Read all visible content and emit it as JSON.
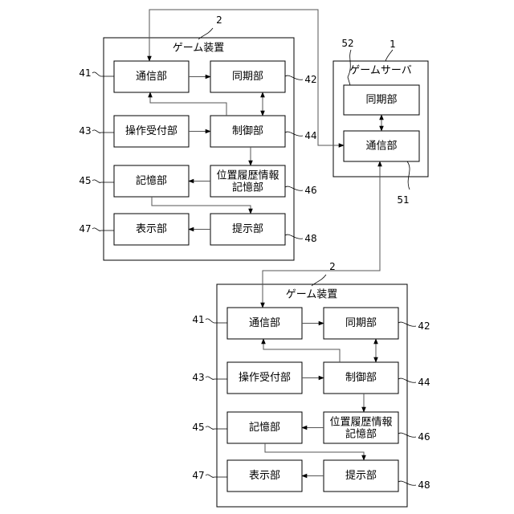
{
  "devices": [
    {
      "ref": "2",
      "title": "ゲーム装置",
      "units": {
        "comm": {
          "label": "通信部",
          "ref": "41"
        },
        "sync": {
          "label": "同期部",
          "ref": "42"
        },
        "input": {
          "label": "操作受付部",
          "ref": "43"
        },
        "control": {
          "label": "制御部",
          "ref": "44"
        },
        "storage": {
          "label": "記憶部",
          "ref": "45"
        },
        "history": {
          "label": "位置履歴情報\n記憶部",
          "ref": "46"
        },
        "display": {
          "label": "表示部",
          "ref": "47"
        },
        "presenter": {
          "label": "提示部",
          "ref": "48"
        }
      }
    },
    {
      "ref": "2",
      "title": "ゲーム装置",
      "units": {
        "comm": {
          "label": "通信部",
          "ref": "41"
        },
        "sync": {
          "label": "同期部",
          "ref": "42"
        },
        "input": {
          "label": "操作受付部",
          "ref": "43"
        },
        "control": {
          "label": "制御部",
          "ref": "44"
        },
        "storage": {
          "label": "記憶部",
          "ref": "45"
        },
        "history": {
          "label": "位置履歴情報\n記憶部",
          "ref": "46"
        },
        "display": {
          "label": "表示部",
          "ref": "47"
        },
        "presenter": {
          "label": "提示部",
          "ref": "48"
        }
      }
    }
  ],
  "server": {
    "ref": "1",
    "title": "ゲームサーバ",
    "sync": {
      "label": "同期部",
      "ref": "52"
    },
    "comm": {
      "label": "通信部",
      "ref": "51"
    }
  }
}
